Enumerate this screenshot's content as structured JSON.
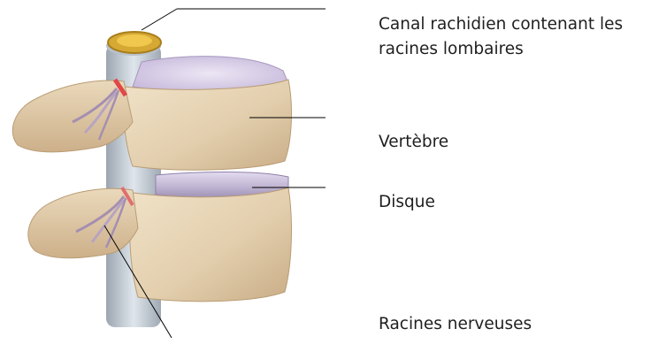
{
  "labels": {
    "canal_line1": "Canal rachidien contenant les",
    "canal_line2": "racines lombaires",
    "vertebre": "Vertèbre",
    "disque": "Disque",
    "racines": "Racines nerveuses"
  },
  "colors": {
    "bone": "#e6d3b4",
    "bone_shadow": "#c6ab85",
    "disc": "#c9bfd8",
    "nerve": "#a58fb0",
    "nerve_red": "#e04848",
    "spinal_cord_core": "#e0b33a",
    "leader_line": "#000000"
  }
}
